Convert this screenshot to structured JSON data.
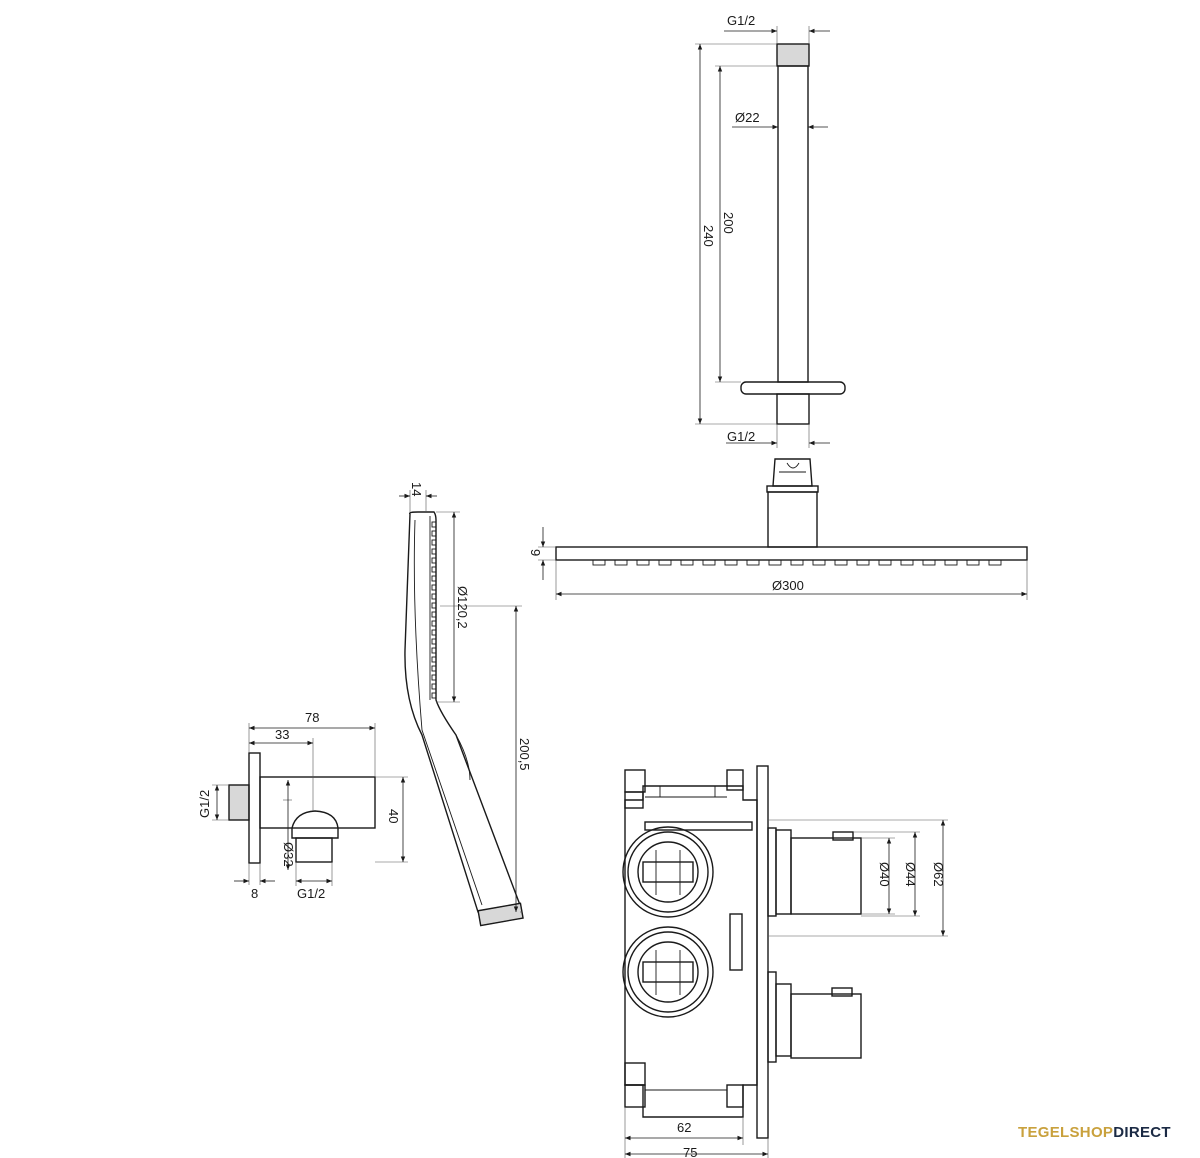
{
  "dimensions": {
    "head_arm": {
      "thread_top": "G1/2",
      "diameter": "Ø22",
      "length_inner": "200",
      "length_total": "240",
      "thread_bottom": "G1/2"
    },
    "shower_head": {
      "height": "9",
      "diameter": "Ø300"
    },
    "hand_shower": {
      "thickness": "14",
      "head_diameter": "Ø120,2",
      "length": "200,5"
    },
    "wall_outlet": {
      "depth_total": "78",
      "depth_axis": "33",
      "height": "40",
      "thread_wall": "G1/2",
      "diameter": "Ø32",
      "plate": "8",
      "thread_outlet": "G1/2"
    },
    "valve_box": {
      "d1": "Ø40",
      "d2": "Ø44",
      "d3": "Ø62",
      "depth_inner": "62",
      "depth_total": "75"
    }
  },
  "brand": {
    "part1": "TEGELSHOP",
    "part2": "DIRECT",
    "color1": "#c9a13d",
    "color2": "#1b2a44"
  }
}
